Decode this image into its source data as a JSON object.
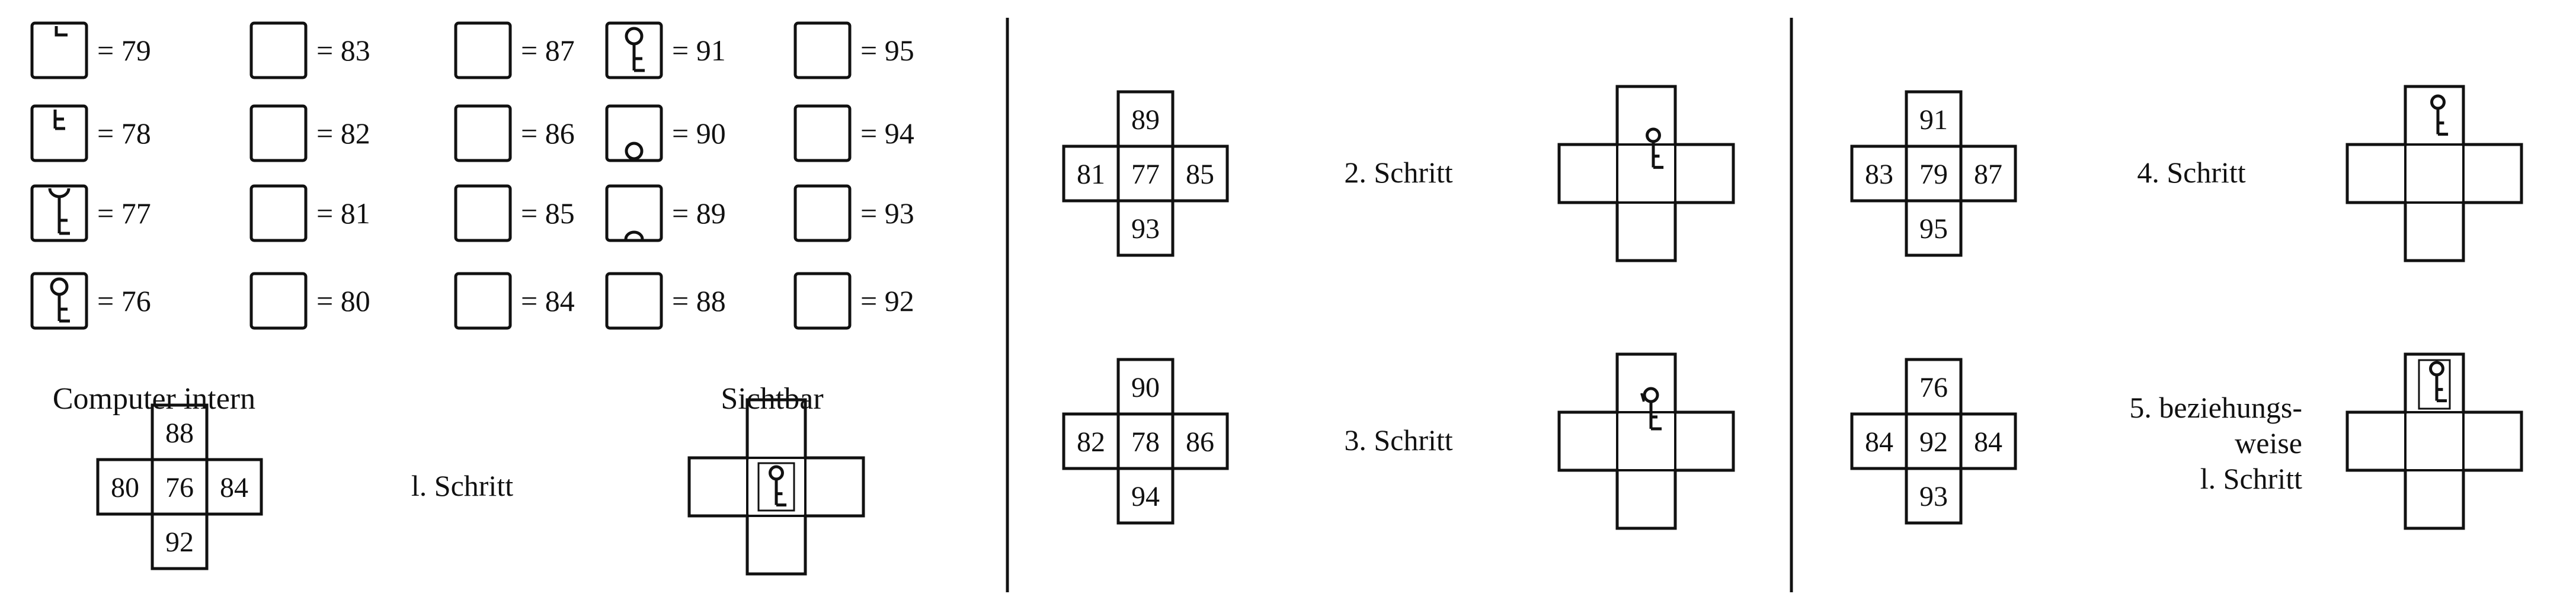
{
  "ink": "#111111",
  "paper": "#ffffff",
  "legend": [
    {
      "icon": "top-notch",
      "label": "= 79"
    },
    {
      "icon": "top-notch-t",
      "label": "= 78"
    },
    {
      "icon": "key-top",
      "label": "= 77"
    },
    {
      "icon": "key-full",
      "label": "= 76"
    },
    {
      "icon": "blank",
      "label": "= 83"
    },
    {
      "icon": "blank",
      "label": "= 82"
    },
    {
      "icon": "blank",
      "label": "= 81"
    },
    {
      "icon": "blank",
      "label": "= 80"
    },
    {
      "icon": "blank",
      "label": "= 87"
    },
    {
      "icon": "blank",
      "label": "= 86"
    },
    {
      "icon": "blank",
      "label": "= 85"
    },
    {
      "icon": "blank",
      "label": "= 84"
    },
    {
      "icon": "key-full",
      "label": "= 91"
    },
    {
      "icon": "bottom-ring",
      "label": "= 90"
    },
    {
      "icon": "bottom-half-ring",
      "label": "= 89"
    },
    {
      "icon": "blank",
      "label": "= 88"
    },
    {
      "icon": "blank",
      "label": "= 95"
    },
    {
      "icon": "blank",
      "label": "= 94"
    },
    {
      "icon": "blank",
      "label": "= 93"
    },
    {
      "icon": "blank",
      "label": "= 92"
    }
  ],
  "headers": {
    "computer_intern": "Computer intern",
    "sichtbar": "Sichtbar"
  },
  "steps": [
    {
      "label_lines": [
        "l. Schritt"
      ],
      "numbers": {
        "top": "88",
        "left": "80",
        "center": "76",
        "right": "84",
        "bottom": "92"
      },
      "key": "key-center"
    },
    {
      "label_lines": [
        "2. Schritt"
      ],
      "numbers": {
        "top": "89",
        "left": "81",
        "center": "77",
        "right": "85",
        "bottom": "93"
      },
      "key": "key-straddle"
    },
    {
      "label_lines": [
        "3. Schritt"
      ],
      "numbers": {
        "top": "90",
        "left": "82",
        "center": "78",
        "right": "86",
        "bottom": "94"
      },
      "key": "key-straddle-high"
    },
    {
      "label_lines": [
        "4. Schritt"
      ],
      "numbers": {
        "top": "91",
        "left": "83",
        "center": "79",
        "right": "87",
        "bottom": "95"
      },
      "key": "key-top-cell"
    },
    {
      "label_lines": [
        "5. beziehungs-",
        "weise",
        "l. Schritt"
      ],
      "numbers": {
        "top": "76",
        "left": "84",
        "center": "92",
        "right": "84",
        "bottom": "93"
      },
      "key": "key-top-cell-boxed"
    }
  ]
}
